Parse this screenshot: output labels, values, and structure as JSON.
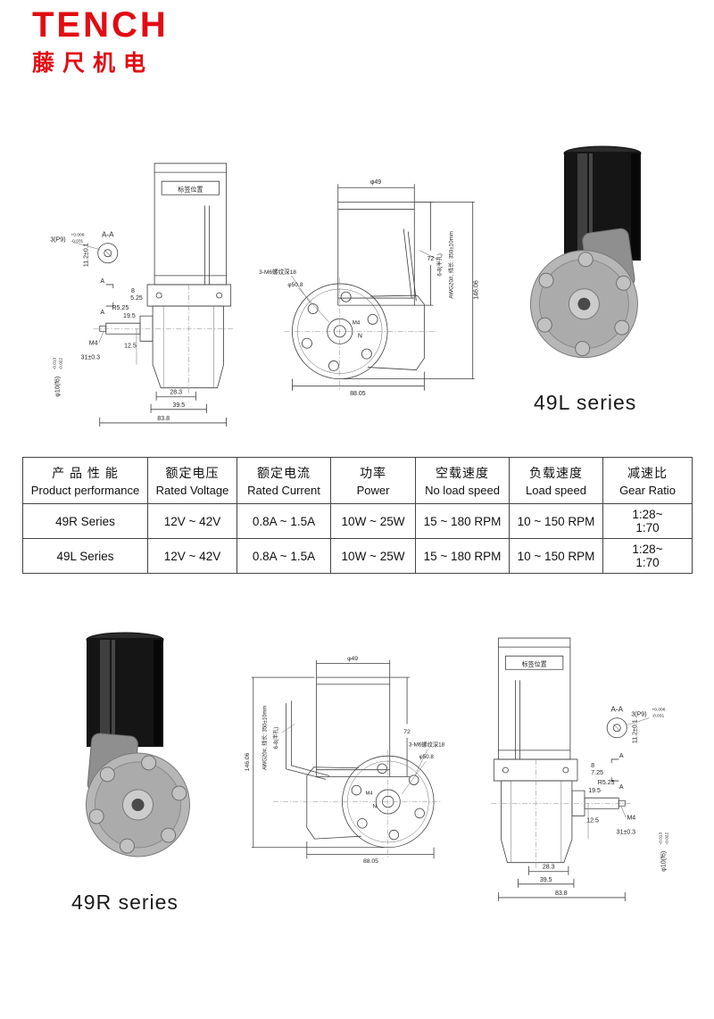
{
  "logo": {
    "brand": "TENCH",
    "subtitle": "藤尺机电"
  },
  "colors": {
    "brand_red": "#e30b13",
    "line_gray": "#3f3f3f"
  },
  "sections": {
    "top_series_label": "49L series",
    "bottom_series_label": "49R series"
  },
  "table": {
    "headers": [
      {
        "cn": "产 品 性 能",
        "en": "Product performance"
      },
      {
        "cn": "额定电压",
        "en": "Rated Voltage"
      },
      {
        "cn": "额定电流",
        "en": "Rated Current"
      },
      {
        "cn": "功率",
        "en": "Power"
      },
      {
        "cn": "空载速度",
        "en": "No load speed"
      },
      {
        "cn": "负载速度",
        "en": "Load speed"
      },
      {
        "cn": "减速比",
        "en": "Gear Ratio"
      }
    ],
    "rows": [
      [
        "49R Series",
        "12V ~ 42V",
        "0.8A ~ 1.5A",
        "10W ~ 25W",
        "15 ~ 180 RPM",
        "10 ~ 150 RPM",
        "1:28~\n1:70"
      ],
      [
        "49L Series",
        "12V ~ 42V",
        "0.8A ~ 1.5A",
        "10W ~ 25W",
        "15 ~ 180 RPM",
        "10 ~ 150 RPM",
        "1:28~\n1:70"
      ]
    ]
  },
  "side_view": {
    "label_position": "标签位置",
    "section_label": "A-A",
    "cut_marker": "A",
    "dims": {
      "pin": "3(P9)",
      "pin_tol_top": "+0.006",
      "pin_tol_bot": "-0.031",
      "d112": "11.2±0.1",
      "d8": "8",
      "d525": "5.25",
      "d725": "7.25",
      "r525": "R5.25",
      "d195": "19.5",
      "d125": "12.5",
      "m4": "M4",
      "d31": "31±0.3",
      "shaft": "φ10(f6)",
      "shaft_tol_top": "-0.013",
      "shaft_tol_bot": "-0.022",
      "d283": "28.3",
      "d395": "39.5",
      "d838": "83.8"
    }
  },
  "front_view": {
    "d49": "φ49",
    "d72": "72",
    "d146": "146.06",
    "thread": "3-M6螺纹深18",
    "d508": "φ50.8",
    "d8805": "88.05",
    "m4": "M4",
    "n_mark": "N",
    "wire_hole": "6-8(半孔)",
    "wire_spec": "AWG20#, 线长: 350±10mm"
  }
}
